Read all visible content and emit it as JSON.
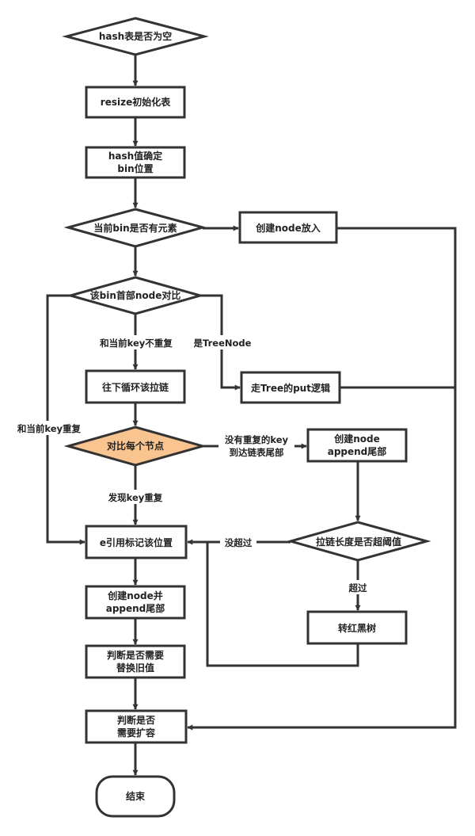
{
  "diagram": {
    "nodes": {
      "hash_empty": "hash表是否为空",
      "resize_init": "resize初始化表",
      "hash_bin_1": "hash值确定",
      "hash_bin_2": "bin位置",
      "bin_has_element": "当前bin是否有元素",
      "create_node_put": "创建node放入",
      "compare_head": "该bin首部node对比",
      "tree_put": "走Tree的put逻辑",
      "loop_chain": "往下循环该拉链",
      "compare_each": "对比每个节点",
      "append_tail_1": "创建node",
      "append_tail_2": "append尾部",
      "chain_threshold": "拉链长度是否超阈值",
      "mark_position": "e引用标记该位置",
      "create_append_1": "创建node并",
      "create_append_2": "append尾部",
      "to_rbtree": "转红黑树",
      "replace_old_1": "判断是否需要",
      "replace_old_2": "替换旧值",
      "need_resize_1": "判断是否",
      "need_resize_2": "需要扩容",
      "end": "结束"
    },
    "edges": {
      "not_dup_key": "和当前key不重复",
      "is_treenode": "是TreeNode",
      "dup_key": "和当前key重复",
      "no_dup_1": "没有重复的key",
      "no_dup_2": "到达链表尾部",
      "found_dup": "发现key重复",
      "not_exceed": "没超过",
      "exceed": "超过"
    },
    "colors": {
      "stroke": "#333333",
      "highlight_fill": "#f9c48f",
      "node_fill": "#ffffff"
    }
  }
}
